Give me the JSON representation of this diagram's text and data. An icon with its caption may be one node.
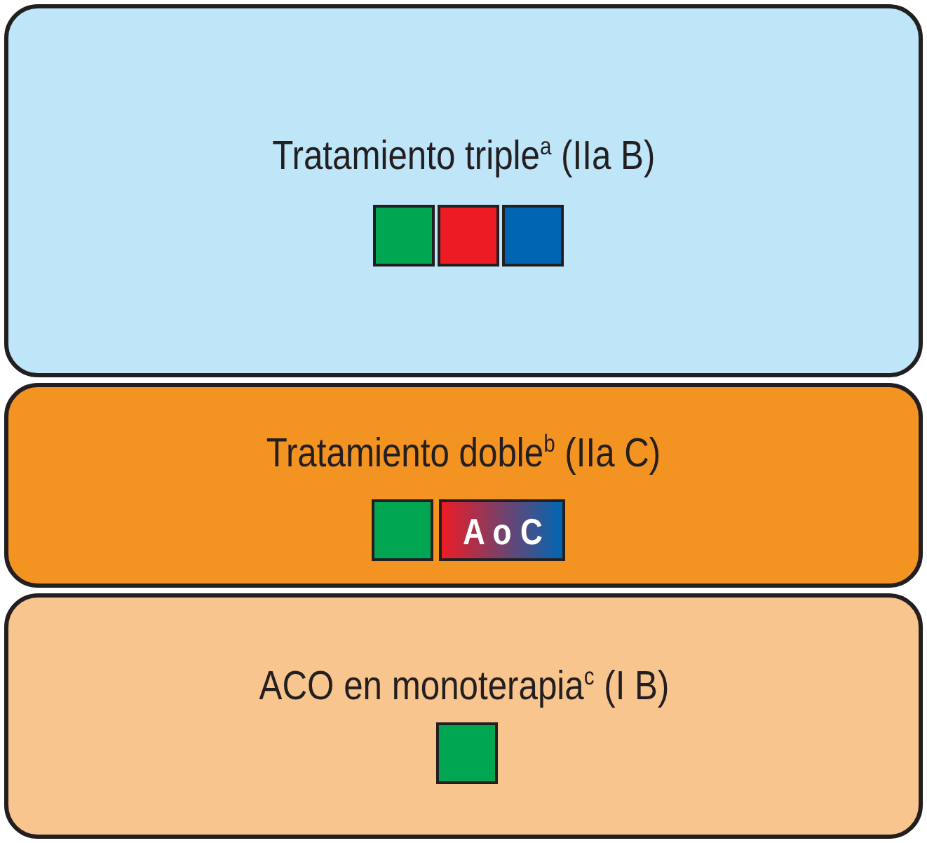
{
  "diagram": {
    "nodes": [
      {
        "text": [
          "Tratamiento triple$^{a}$ (IIa B)"
        ]
      },
      {
        "text": [],
        "shape": "box",
        "in": 0
      },
      {
        "text": [],
        "shape": "box",
        "in": 0
      },
      {
        "text": [],
        "shape": "box",
        "in": 0
      },
      {
        "text": [
          "Tratamiento doble$^{b}$ (IIa C)"
        ]
      },
      {
        "text": [],
        "shape": "box",
        "in": 4
      },
      {
        "text": [
          "A o C"
        ],
        "in": 4
      },
      {
        "text": [
          "ACO en monoterapia$^{c}$ (I B)"
        ]
      },
      {
        "text": [],
        "shape": "box",
        "in": 7
      }
    ],
    "edges": []
  }
}
